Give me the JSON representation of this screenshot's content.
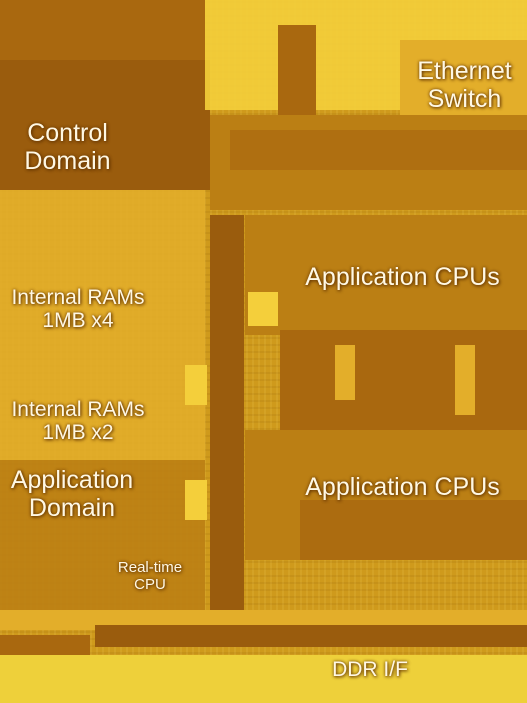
{
  "labels": {
    "ethernet_switch": [
      "Ethernet",
      "Switch"
    ],
    "control_domain": [
      "Control",
      "Domain"
    ],
    "application_cpus_top": "Application CPUs",
    "internal_rams_4": [
      "Internal RAMs",
      "1MB x4"
    ],
    "internal_rams_2": [
      "Internal RAMs",
      "1MB x2"
    ],
    "application_domain": [
      "Application",
      "Domain"
    ],
    "application_cpus_bottom": "Application CPUs",
    "realtime_cpu": [
      "Real-time",
      "CPU"
    ],
    "ddr_if": "DDR I/F"
  }
}
